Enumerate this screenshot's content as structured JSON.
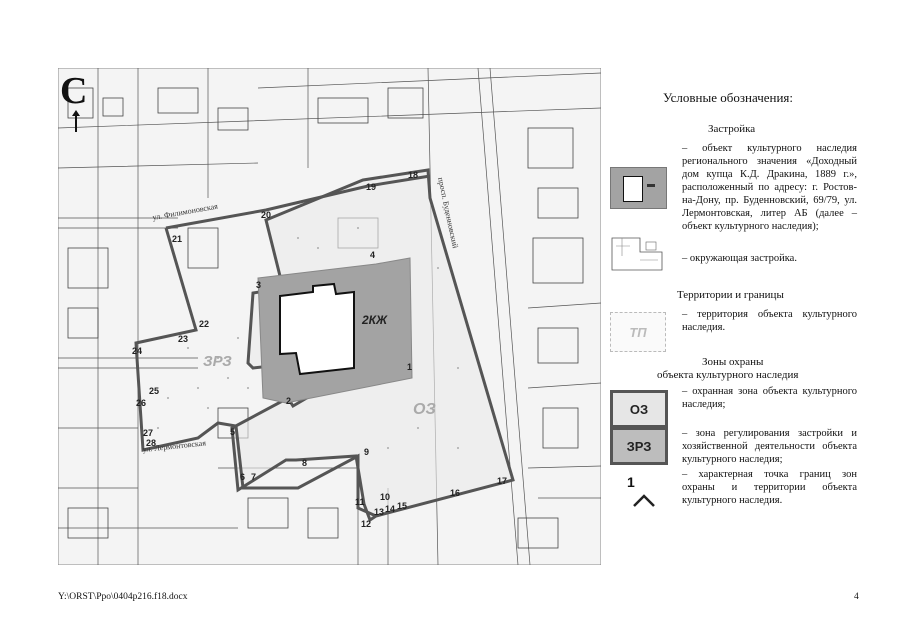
{
  "north_label": "С",
  "map": {
    "street_labels": [
      "ул. Филимоновская",
      "ул. Лермонтовская",
      "просп. Буденновский"
    ],
    "zone_labels": {
      "tp": "ТП",
      "kzh": "2КЖ",
      "zrz": "ЗРЗ",
      "oz": "ОЗ"
    },
    "points": [
      "1",
      "2",
      "3",
      "4",
      "5",
      "6",
      "7",
      "8",
      "9",
      "10",
      "11",
      "12",
      "13",
      "14",
      "15",
      "16",
      "17",
      "18",
      "19",
      "20",
      "21",
      "22",
      "23",
      "24",
      "25",
      "26",
      "27",
      "28"
    ]
  },
  "legend": {
    "title": "Условные обозначения:",
    "section_building": "Застройка",
    "heritage_object_text": "– объект культурного наследия регионального значения «Доходный дом купца К.Д. Дракина, 1889 г.», расположенный по адресу: г. Ростов-на-Дону, пр. Буденновский, 69/79, ул. Лермонтовская, литер АБ (далее – объект культурного наследия);",
    "surrounding_text": "– окружающая застройка.",
    "section_territories": "Территории и границы",
    "territory_text": "– территория объекта культурного наследия.",
    "tp_label": "ТП",
    "section_zones_line1": "Зоны охраны",
    "section_zones_line2": "объекта культурного наследия",
    "oz_label": "ОЗ",
    "oz_text": "– охранная зона объекта культурного наследия;",
    "zrz_label": "ЗРЗ",
    "zrz_text": "– зона регулирования застройки и хозяйственной деятельности объекта культурного наследия;",
    "point_label": "1",
    "point_text": "– характерная точка границ зон охраны и территории объекта культурного наследия."
  },
  "footer": {
    "path": "Y:\\ORST\\Ppo\\0404p216.f18.docx",
    "page": "4"
  },
  "colors": {
    "zone_gray": "#a3a3a3",
    "boundary": "#555555",
    "line": "#222222"
  }
}
